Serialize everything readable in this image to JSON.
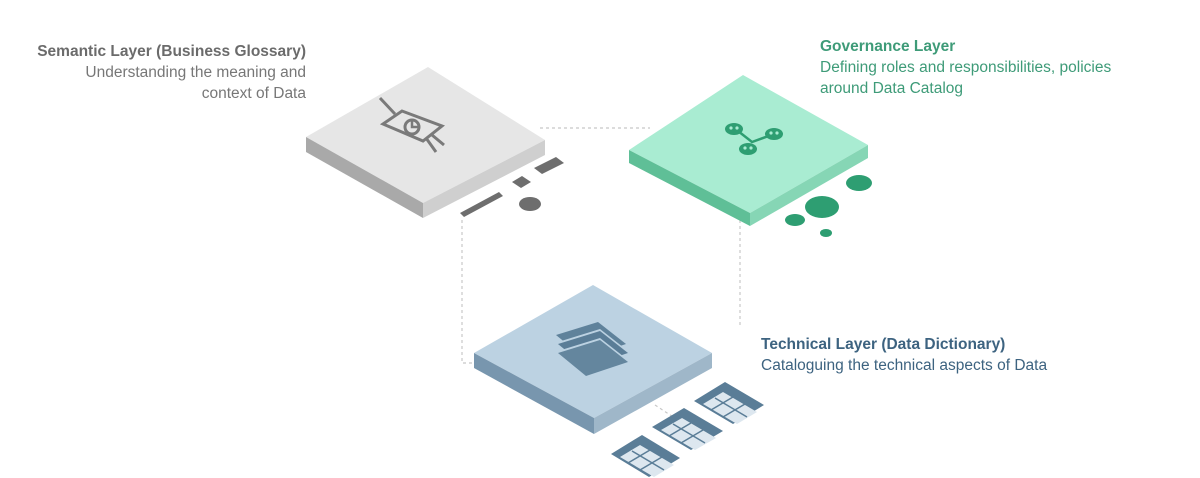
{
  "layers": [
    {
      "key": "semantic",
      "title": "Semantic Layer (Business Glossary)",
      "description_lines": [
        "Understanding the meaning and",
        "context of Data"
      ],
      "icon": "presentation-chart-icon",
      "top_color": "#e6e6e6",
      "side_color": "#a9a9a9"
    },
    {
      "key": "governance",
      "title": "Governance Layer",
      "description_lines": [
        "Defining roles and responsibilities, policies",
        "around Data Catalog"
      ],
      "icon": "people-network-icon",
      "top_color": "#a9ecd2",
      "side_color": "#5fbf97"
    },
    {
      "key": "technical",
      "title": "Technical Layer (Data Dictionary)",
      "description_lines": [
        "Cataloguing the technical aspects of Data"
      ],
      "icon": "database-icon",
      "top_color": "#bcd2e2",
      "side_color": "#7896ae"
    }
  ],
  "colors": {
    "semantic_accent": "#6e6e6e",
    "governance_accent": "#2e9e72",
    "technical_accent": "#5a7d97",
    "connector": "#c8c8c8"
  }
}
